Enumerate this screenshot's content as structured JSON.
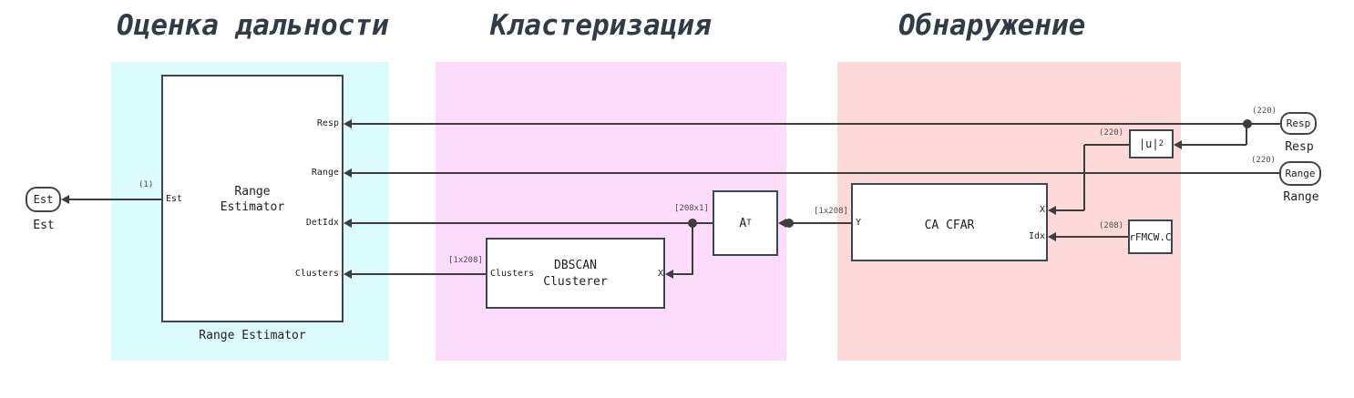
{
  "colors": {
    "region_range": "#dbfbfc",
    "region_cluster": "#fcdbfb",
    "region_detect": "#fed9d9",
    "wire": "#3d3d3d",
    "border": "#3f474e",
    "title_text": "#303b47",
    "text": "#1f1f1f",
    "dim_text": "#4f4f4f"
  },
  "titles": [
    {
      "label": "Оценка дальности"
    },
    {
      "label": "Кластеризация"
    },
    {
      "label": "Обнаружение"
    }
  ],
  "range_estimator": {
    "label_line1": "Range",
    "label_line2": "Estimator",
    "caption": "Range Estimator",
    "port_est": "Est",
    "port_resp": "Resp",
    "port_range": "Range",
    "port_detidx": "DetIdx",
    "port_clusters": "Clusters",
    "est_dim": "(1)"
  },
  "dbscan": {
    "label_line1": "DBSCAN",
    "label_line2": "Clusterer",
    "port_clusters": "Clusters",
    "port_x": "X",
    "clusters_dim": "[1x208]"
  },
  "transpose": {
    "label_base": "A",
    "superscript": "T",
    "out_dim": "[208x1]"
  },
  "ca_cfar": {
    "label": "CA CFAR",
    "port_y": "Y",
    "port_x": "X",
    "port_idx": "Idx",
    "y_dim": "[1x208]",
    "idx_dim": "(208)"
  },
  "mag_square": {
    "label_base": "|u|",
    "superscript": "2",
    "in_dim": "(220)"
  },
  "cfar_index_constant": {
    "label": "rFMCW.C"
  },
  "outport_est": {
    "label": "Est",
    "caption": "Est"
  },
  "inport_resp": {
    "label": "Resp",
    "caption": "Resp",
    "dim": "(220)"
  },
  "inport_range": {
    "label": "Range",
    "caption": "Range",
    "dim": "(220)"
  }
}
